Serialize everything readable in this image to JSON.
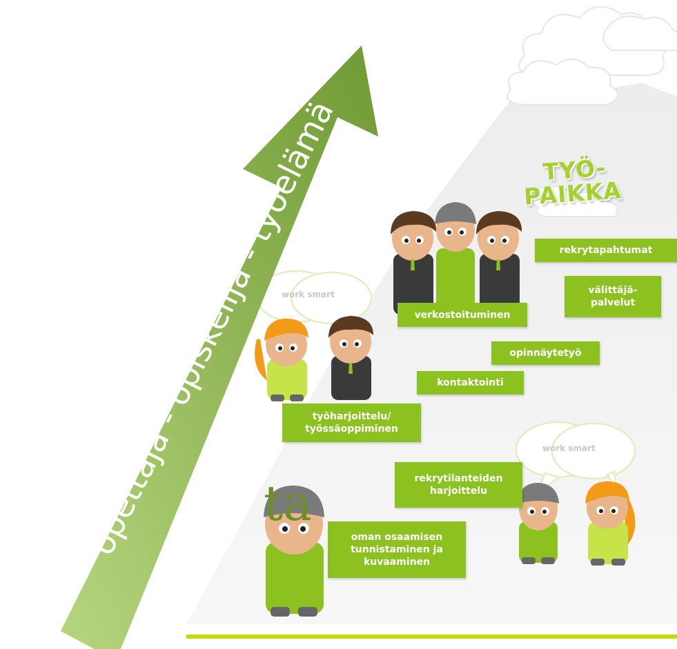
{
  "arrow_text": "opettaja - opiskelija - työelämä",
  "partial_text": "ta",
  "peak_title": [
    "TYÖ-",
    "PAIKKA"
  ],
  "bubble_text": "work smart",
  "labels": {
    "rekrytapahtumat": [
      "rekrytapahtumat"
    ],
    "valittajapalvelut": [
      "välittäjä-",
      "palvelut"
    ],
    "verkostoituminen": [
      "verkostoituminen"
    ],
    "opinnaytetyo": [
      "opinnäytetyö"
    ],
    "kontaktointi": [
      "kontaktointi"
    ],
    "tyoharjoittelu": [
      "työharjoittelu/",
      "työssäoppiminen"
    ],
    "rekrytilanteiden": [
      "rekrytilanteiden",
      "harjoittelu"
    ],
    "oman_osaamisen": [
      "oman osaamisen",
      "tunnistaminen ja",
      "kuvaaminen"
    ]
  },
  "colors": {
    "label_green": "#8cc21f",
    "arrow_light": "#b7d67f",
    "arrow_dark": "#6f9a34",
    "baseline": "#c6d900",
    "peak_title": "#a3d32b",
    "partial_text": "#6d8c2a"
  }
}
